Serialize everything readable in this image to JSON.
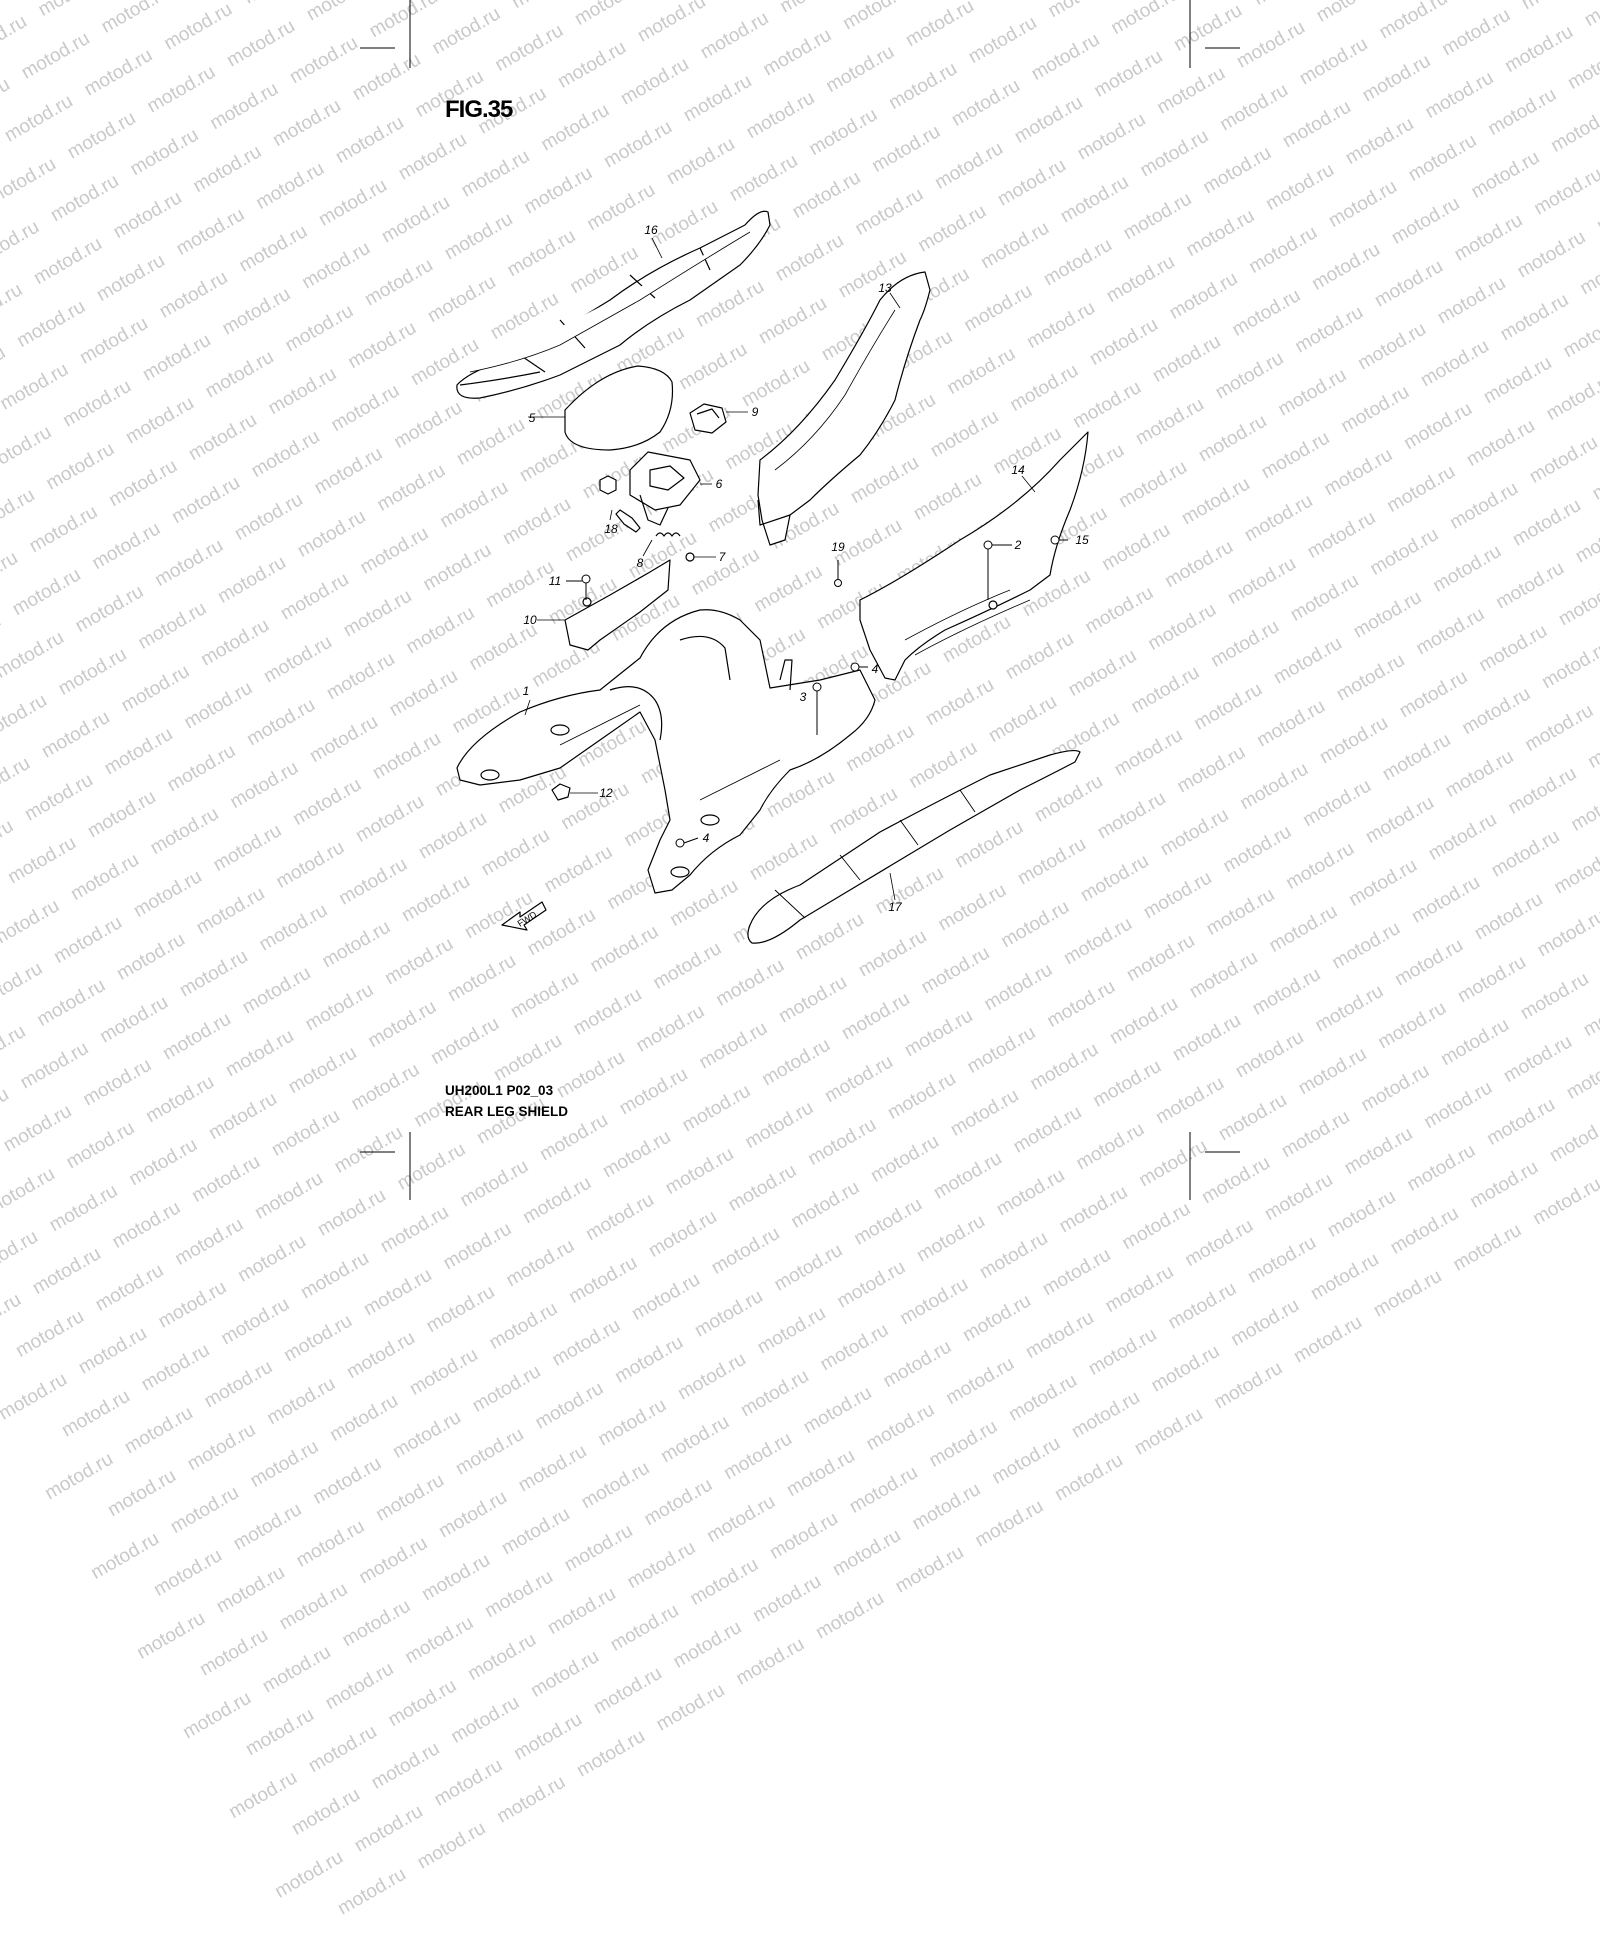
{
  "figure": {
    "title": "FIG.35"
  },
  "footer": {
    "code": "UH200L1 P02_03",
    "name": "REAR LEG SHIELD"
  },
  "watermark": {
    "text": "motod.ru"
  },
  "direction_label": "FWD",
  "callouts": [
    "1",
    "2",
    "3",
    "4",
    "4",
    "5",
    "6",
    "7",
    "8",
    "9",
    "10",
    "11",
    "12",
    "13",
    "14",
    "15",
    "16",
    "17",
    "18",
    "19"
  ]
}
